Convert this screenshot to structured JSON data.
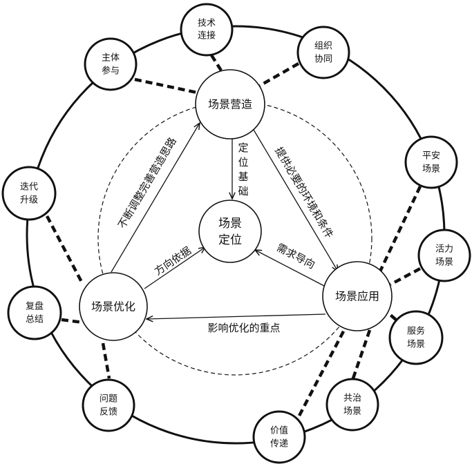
{
  "diagram": {
    "center": {
      "id": "positioning",
      "lines": [
        "场景",
        "定位"
      ]
    },
    "core_nodes": [
      {
        "id": "creation",
        "label": "场景营造"
      },
      {
        "id": "application",
        "label": "场景应用"
      },
      {
        "id": "optimization",
        "label": "场景优化"
      }
    ],
    "outer_nodes": [
      {
        "id": "tech",
        "lines": [
          "技术",
          "连接"
        ],
        "linked_to": "creation"
      },
      {
        "id": "org",
        "lines": [
          "组织",
          "协同"
        ],
        "linked_to": "creation"
      },
      {
        "id": "subject",
        "lines": [
          "主体",
          "参与"
        ],
        "linked_to": "creation"
      },
      {
        "id": "safe",
        "lines": [
          "平安",
          "场景"
        ],
        "linked_to": "application"
      },
      {
        "id": "vital",
        "lines": [
          "活力",
          "场景"
        ],
        "linked_to": "application"
      },
      {
        "id": "service",
        "lines": [
          "服务",
          "场景"
        ],
        "linked_to": "application"
      },
      {
        "id": "cogov",
        "lines": [
          "共治",
          "场景"
        ],
        "linked_to": "application"
      },
      {
        "id": "value",
        "lines": [
          "价值",
          "传递"
        ],
        "linked_to": "application"
      },
      {
        "id": "iterate",
        "lines": [
          "迭代",
          "升级"
        ],
        "linked_to": "optimization"
      },
      {
        "id": "review",
        "lines": [
          "复盘",
          "总结"
        ],
        "linked_to": "optimization"
      },
      {
        "id": "feedback",
        "lines": [
          "问题",
          "反馈"
        ],
        "linked_to": "optimization"
      }
    ],
    "edges": [
      {
        "id": "creation-to-positioning",
        "label_chars": [
          "定",
          "位",
          "基",
          "础"
        ],
        "from": "creation",
        "to": "positioning"
      },
      {
        "id": "creation-to-application",
        "label": "提供必要的环境和条件",
        "from": "creation",
        "to": "application"
      },
      {
        "id": "application-to-positioning",
        "label": "需求导向",
        "from": "application",
        "to": "positioning"
      },
      {
        "id": "application-to-optimization",
        "label": "影响优化的重点",
        "from": "application",
        "to": "optimization"
      },
      {
        "id": "optimization-to-positioning",
        "label": "方向依据",
        "from": "optimization",
        "to": "positioning"
      },
      {
        "id": "optimization-to-creation",
        "label": "不断调整完善营造思路",
        "from": "optimization",
        "to": "creation"
      }
    ]
  }
}
